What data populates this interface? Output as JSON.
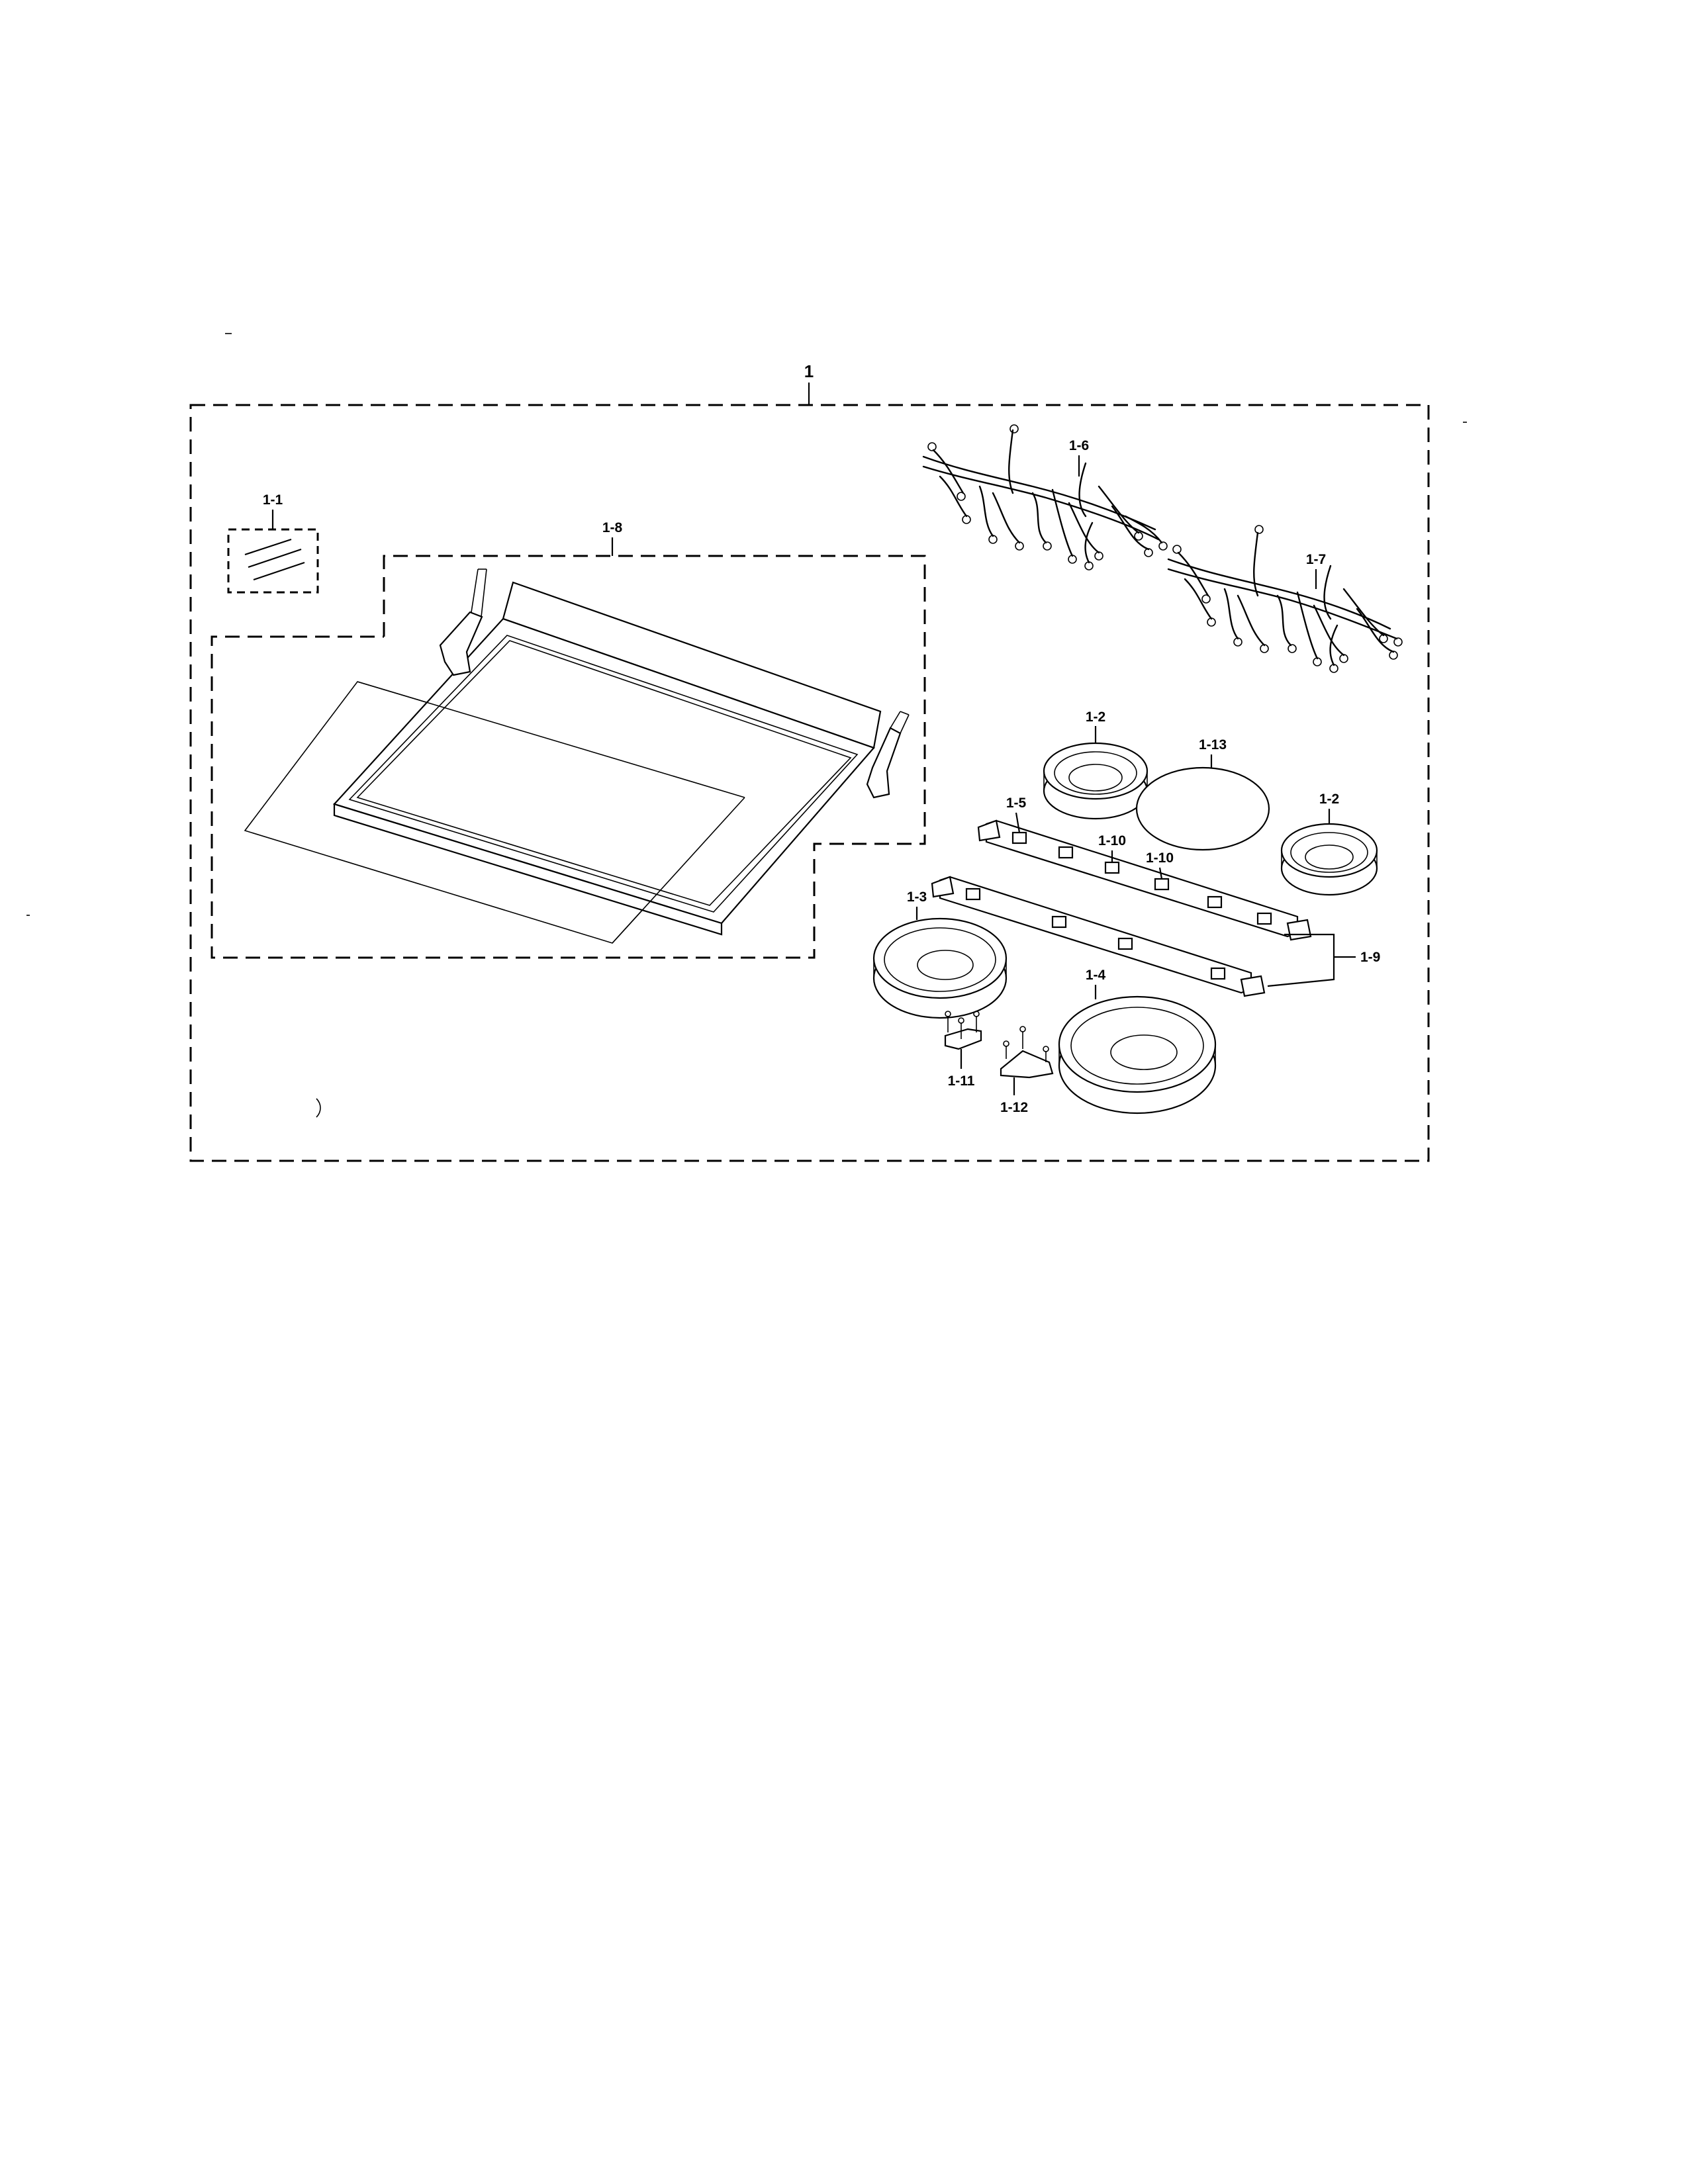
{
  "labels": {
    "assembly": "1",
    "p1_1": "1-1",
    "p1_2a": "1-2",
    "p1_2b": "1-2",
    "p1_3": "1-3",
    "p1_4": "1-4",
    "p1_5": "1-5",
    "p1_6": "1-6",
    "p1_7": "1-7",
    "p1_8": "1-8",
    "p1_9": "1-9",
    "p1_10a": "1-10",
    "p1_10b": "1-10",
    "p1_11": "1-11",
    "p1_12": "1-12",
    "p1_13": "1-13"
  }
}
